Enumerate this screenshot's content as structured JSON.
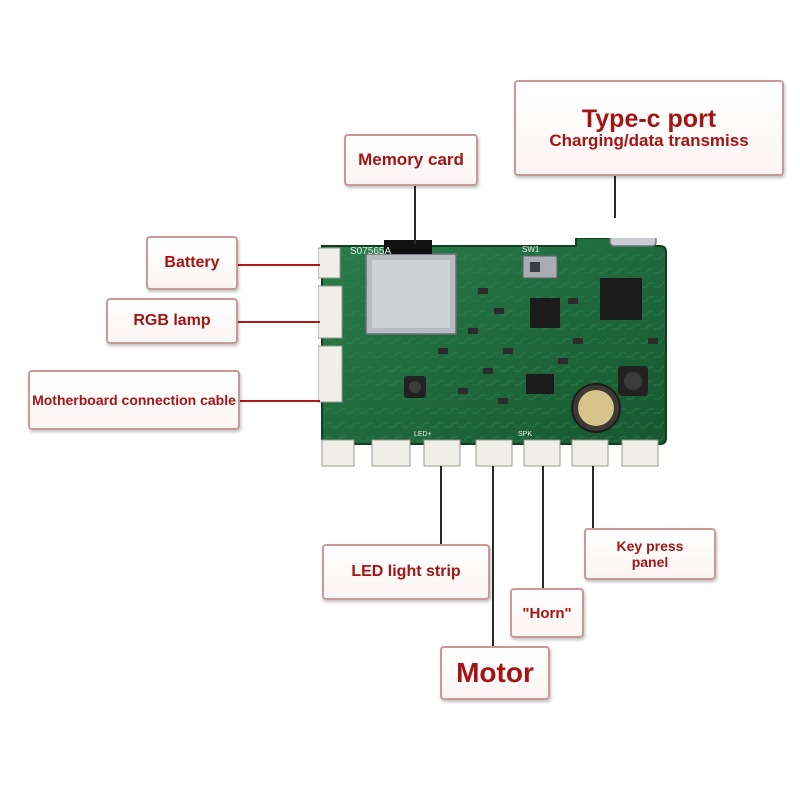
{
  "labels": {
    "type_c_title": "Type-c port",
    "type_c_subtitle": "Charging/data transmiss",
    "memory_card": "Memory card",
    "battery": "Battery",
    "rgb_lamp": "RGB lamp",
    "motherboard_cable": "Motherboard connection cable",
    "key_press_line1": "Key press",
    "key_press_line2": "panel",
    "led_strip": "LED light strip",
    "horn": "\"Horn\"",
    "motor": "Motor"
  },
  "board": {
    "silkscreen_id": "S07565A",
    "sw_label": "SW1",
    "led_label": "LED+",
    "spk_label": "SPK"
  },
  "colors": {
    "pcb": "#1e6b3e",
    "label_text": "#a31414",
    "label_border": "#c79a9a",
    "lead_line": "#2a2a2a"
  }
}
